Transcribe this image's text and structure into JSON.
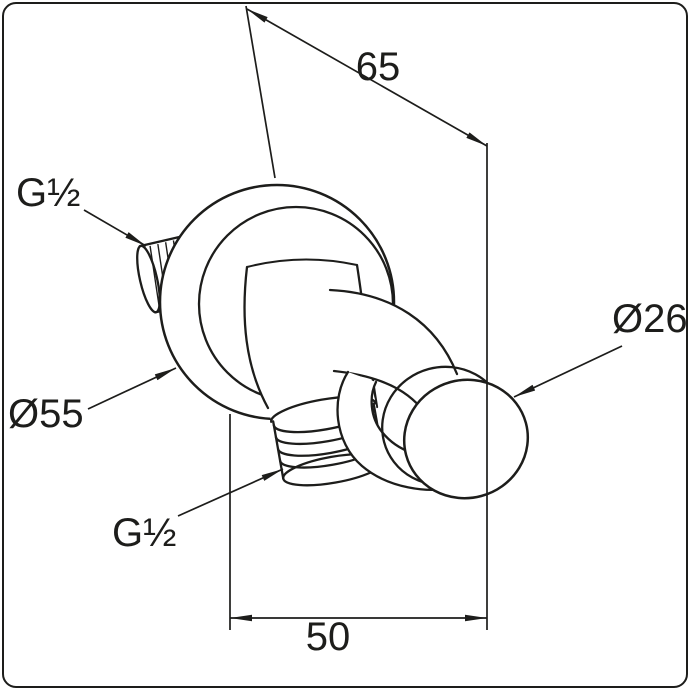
{
  "drawing": {
    "background": "#ffffff",
    "line_color": "#1d1d1b",
    "labels": {
      "dim_length": "65",
      "dim_width": "50",
      "thread_inlet": "G½",
      "thread_outlet": "G½",
      "dia_escutcheon": "Ø55",
      "dia_holder": "Ø26"
    }
  }
}
